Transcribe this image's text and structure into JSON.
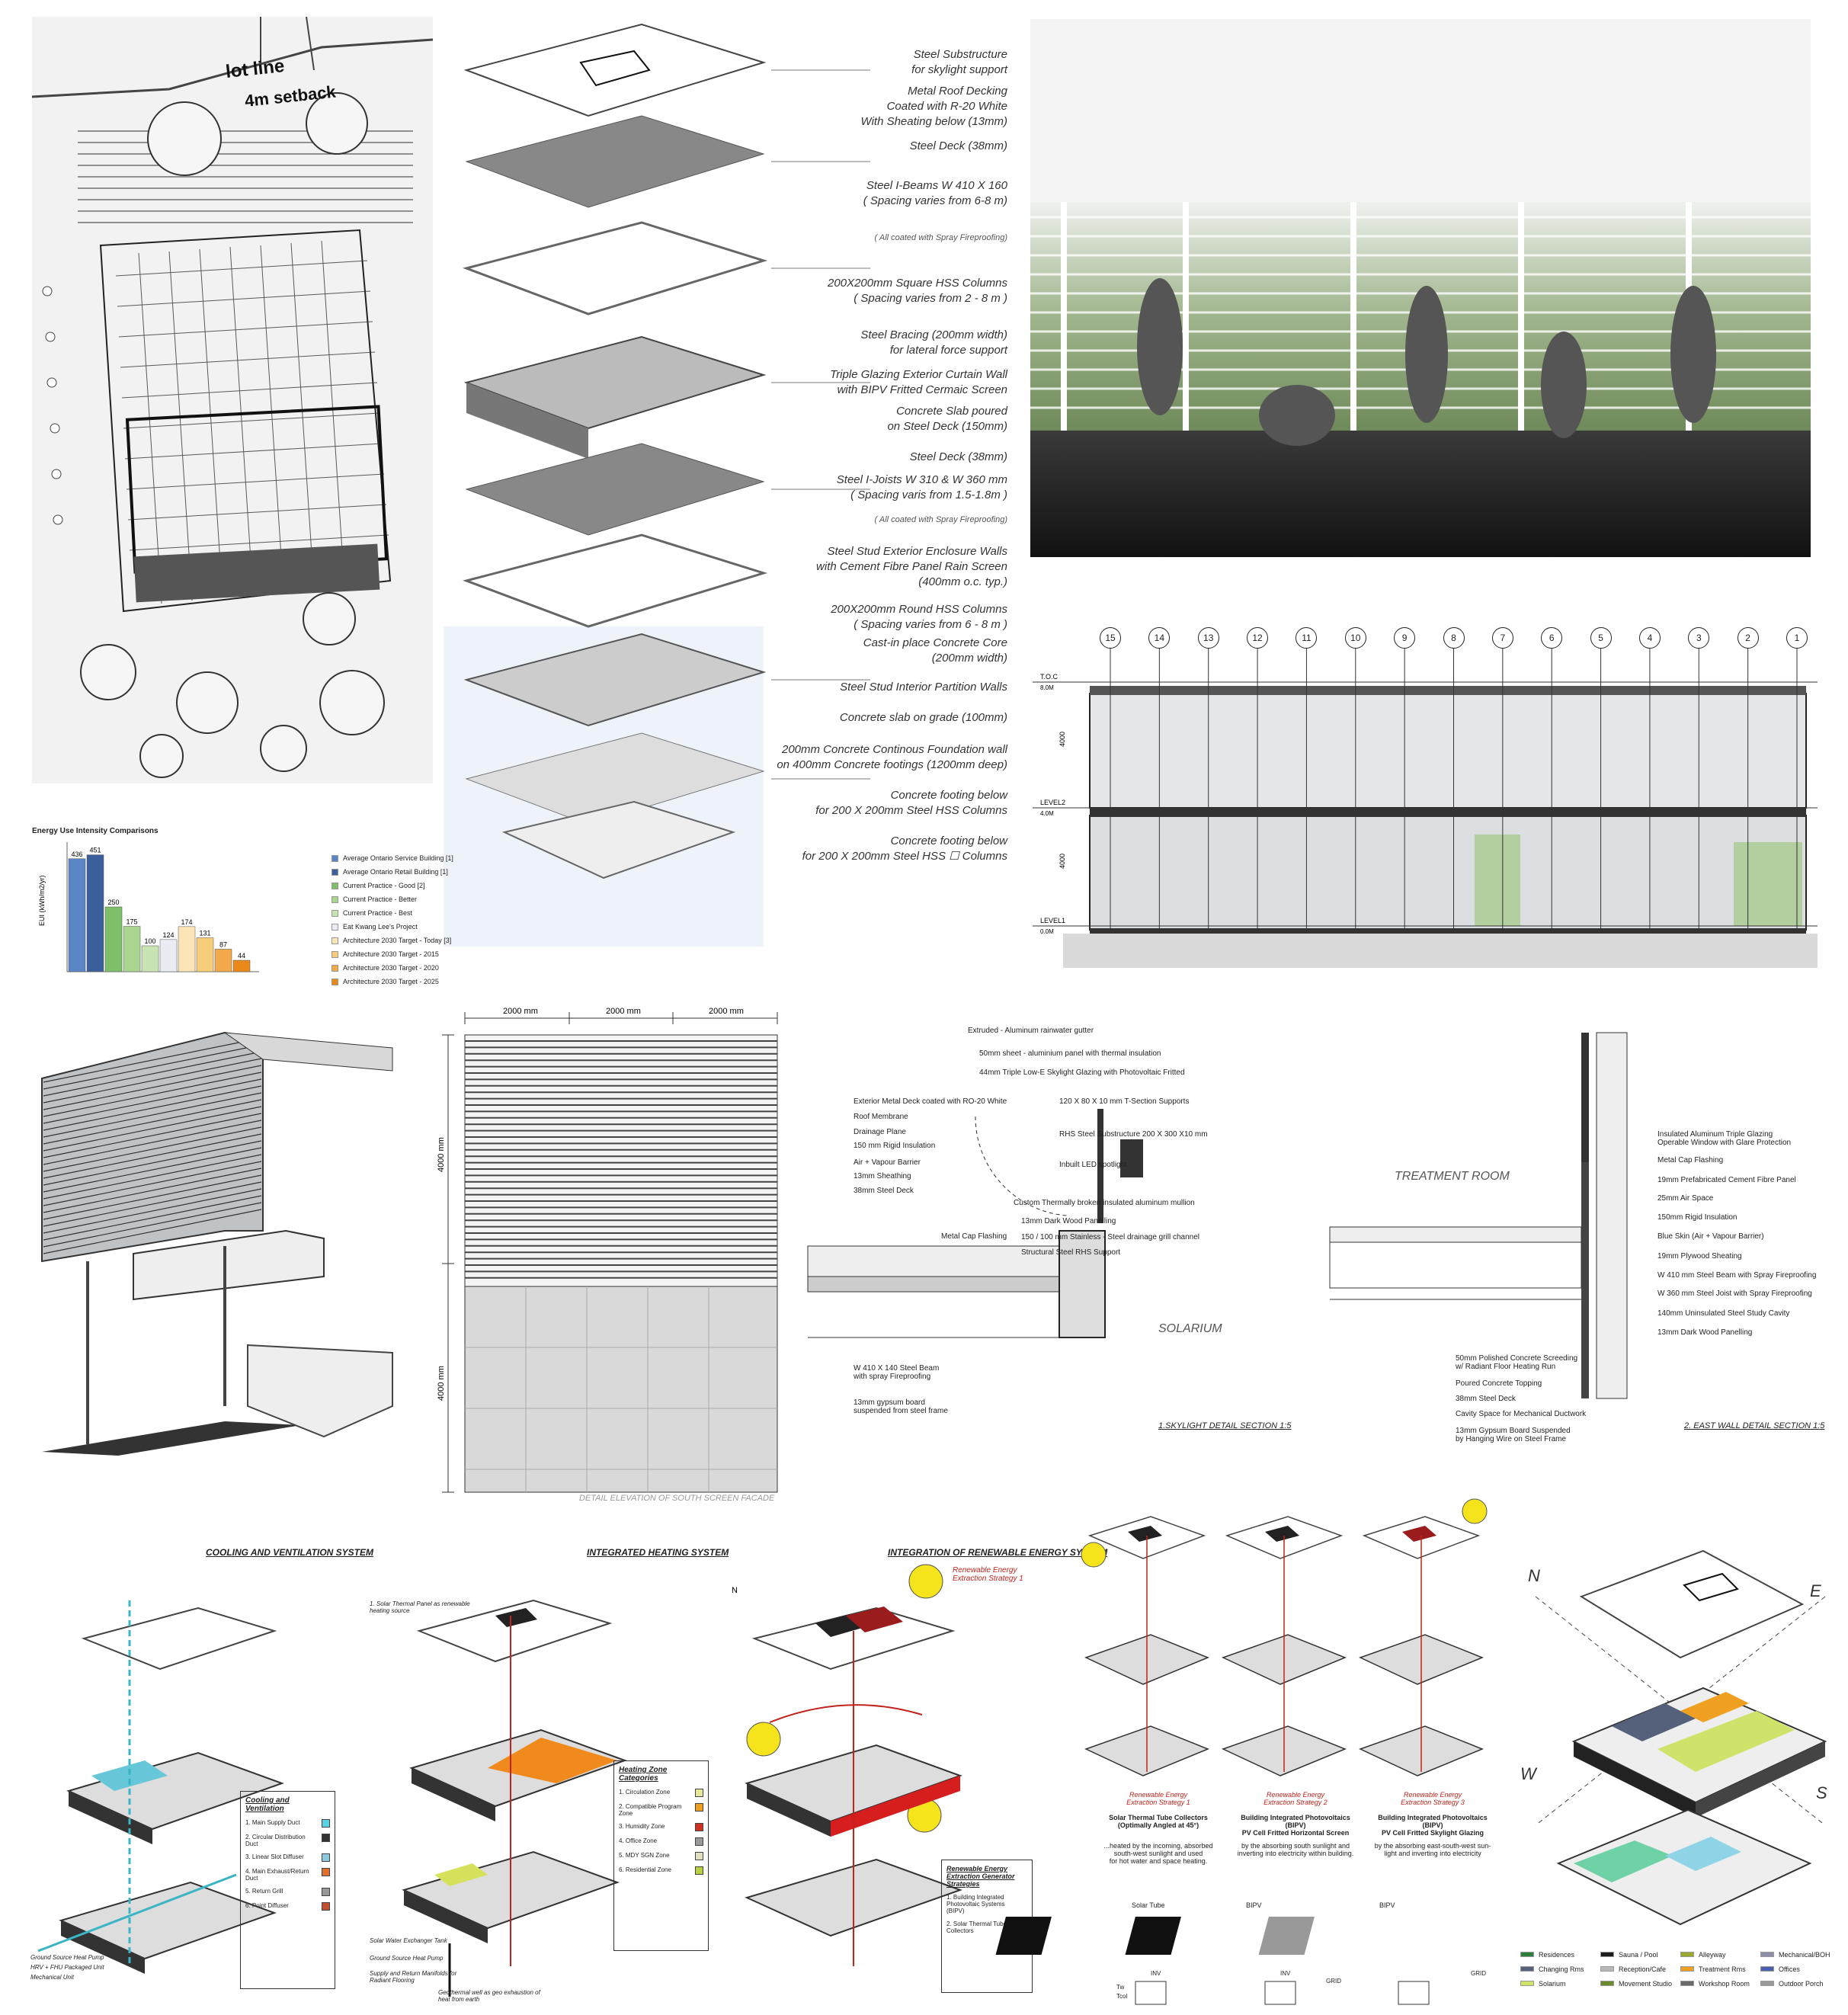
{
  "site_plan": {
    "labels": [
      "lot line",
      "4m setback"
    ]
  },
  "exploded_axo": {
    "labels": [
      {
        "text": "Steel Substructure\nfor skylight support"
      },
      {
        "text": "Metal Roof Decking\nCoated with R-20 White\nWith Sheating below (13mm)"
      },
      {
        "text": "Steel Deck (38mm)"
      },
      {
        "text": "Steel I-Beams W 410 X 160\n( Spacing varies from 6-8 m)"
      },
      {
        "text": "( All coated with Spray Fireproofing)",
        "note": true
      },
      {
        "text": "200X200mm Square HSS Columns\n( Spacing varies from 2 - 8 m )"
      },
      {
        "text": "Steel Bracing (200mm width)\nfor lateral force support"
      },
      {
        "text": "Triple Glazing Exterior Curtain Wall\nwith BIPV Fritted Cermaic Screen"
      },
      {
        "text": "Concrete Slab poured\non Steel Deck (150mm)"
      },
      {
        "text": "Steel Deck (38mm)"
      },
      {
        "text": "Steel I-Joists W 310 & W 360 mm\n( Spacing varis from 1.5-1.8m )"
      },
      {
        "text": "( All coated with Spray Fireproofing)",
        "note": true
      },
      {
        "text": "Steel Stud Exterior Enclosure Walls\nwith Cement Fibre Panel Rain Screen\n(400mm o.c. typ.)"
      },
      {
        "text": "200X200mm Round HSS Columns\n( Spacing varies from 6 - 8 m )"
      },
      {
        "text": "Cast-in place Concrete Core\n(200mm width)"
      },
      {
        "text": "Steel Stud Interior Partition Walls"
      },
      {
        "text": "Concrete slab on grade (100mm)"
      },
      {
        "text": "200mm Concrete Continous Foundation wall\non 400mm Concrete footings (1200mm deep)"
      },
      {
        "text": "Concrete footing below\nfor 200 X 200mm Steel HSS Columns"
      },
      {
        "text": "Concrete footing below\nfor 200 X 200mm Steel HSS ☐ Columns"
      }
    ]
  },
  "section": {
    "grid": [
      "15",
      "14",
      "13",
      "12",
      "11",
      "10",
      "9",
      "8",
      "7",
      "6",
      "5",
      "4",
      "3",
      "2",
      "1"
    ],
    "levels": [
      {
        "name": "T.O.C",
        "elev": "8.0M"
      },
      {
        "name": "LEVEL2",
        "elev": "4.0M"
      },
      {
        "name": "LEVEL1",
        "elev": "0.0M"
      }
    ],
    "dims": [
      "4000",
      "4000"
    ]
  },
  "chart_data": {
    "type": "bar",
    "title": "Energy Use Intensity Comparisons",
    "ylabel": "EUI (kWh/m2/yr)",
    "categories": [
      "Average Ontario Service Building [1]",
      "Average Ontario Retail Building [1]",
      "Current Practice - Good [2]",
      "Current Practice - Better",
      "Current Practice - Best",
      "Eat Kwang Lee's Project",
      "Architecture 2030 Target - Today [3]",
      "Architecture 2030 Target - 2015",
      "Architecture 2030 Target - 2020",
      "Architecture 2030 Target - 2025"
    ],
    "values": [
      436,
      451,
      250,
      175,
      100,
      124,
      174,
      131,
      87,
      44
    ],
    "labels": [
      "436",
      "451",
      "250",
      "175",
      "100",
      "124",
      "174",
      "131",
      "87",
      "44"
    ],
    "colors": [
      "#5b86c5",
      "#3b5f9a",
      "#7fbf6a",
      "#a9d58e",
      "#c9e4b3",
      "#e9edf3",
      "#fbe5b6",
      "#f7cd7a",
      "#f2a94a",
      "#e8891a"
    ],
    "ylim": [
      0,
      500
    ]
  },
  "facade": {
    "dims_top": [
      "2000 mm",
      "2000 mm",
      "2000 mm"
    ],
    "dims_side": [
      "4000 mm",
      "4000 mm"
    ],
    "caption": "DETAIL ELEVATION OF SOUTH SCREEN FACADE"
  },
  "skylight_detail": {
    "labels": [
      "Extruded - Aluminum rainwater gutter",
      "50mm sheet - aluminium panel with thermal insulation",
      "44mm Triple Low-E Skylight Glazing with Photovoltaic Fritted",
      "Exterior Metal Deck coated with RO-20 White",
      "Roof Membrane",
      "Drainage Plane",
      "150 mm Rigid Insulation",
      "Air + Vapour Barrier",
      "13mm Sheathing",
      "38mm Steel Deck",
      "120 X 80 X 10 mm T-Section Supports",
      "RHS Steel Substructure 200 X 300 X10 mm",
      "Inbuilt LED spotlight",
      "Custom Thermally broken insulated aluminum mullion",
      "Metal Cap Flashing",
      "13mm Dark Wood Panelling",
      "150 / 100 mm Stainless - Steel drainage grill channel",
      "Structural Steel RHS Support",
      "W 410 X 140 Steel Beam\nwith spray Fireproofing",
      "13mm gypsum board\nsuspended from steel frame"
    ],
    "room": "SOLARIUM",
    "caption": "1.SKYLIGHT DETAIL SECTION 1:5"
  },
  "wall_detail": {
    "labels": [
      "Insulated Aluminum Triple Glazing\nOperable Window with Glare Protection",
      "Metal Cap Flashing",
      "19mm Prefabricated Cement Fibre Panel",
      "25mm Air Space",
      "150mm Rigid Insulation",
      "Blue Skin (Air + Vapour Barrier)",
      "19mm Plywood Sheating",
      "W 410 mm Steel Beam with Spray Fireproofing",
      "W 360 mm Steel Joist with Spray Fireproofing",
      "140mm Uninsulated Steel Study Cavity",
      "13mm Dark Wood Panelling",
      "50mm Polished Concrete Screeding\nw/ Radiant Floor Heating Run",
      "Poured Concrete Topping",
      "38mm Steel Deck",
      "Cavity Space for Mechanical Ductwork",
      "13mm Gypsum Board Suspended\nby Hanging Wire on Steel Frame"
    ],
    "room": "TREATMENT ROOM",
    "caption": "2. EAST WALL DETAIL SECTION 1:5"
  },
  "systems": {
    "cooling": {
      "title": "COOLING AND VENTILATION SYSTEM",
      "box_title": "Cooling and Ventilation",
      "items": [
        "1. Main Supply Duct",
        "2. Circular Distribution Duct",
        "3. Linear Slot Diffuser",
        "4. Main Exhaust/Return Duct",
        "5. Return Grill",
        "6. Point Diffuser"
      ],
      "notes": [
        "Ground Source Heat Pump",
        "HRV + FHU Packaged Unit",
        "Mechanical Unit"
      ]
    },
    "heating": {
      "title": "INTEGRATED HEATING SYSTEM",
      "box_title": "Heating Zone Categories",
      "items": [
        "1. Circulation Zone",
        "2. Compatible Program Zone",
        "3. Humidity Zone",
        "4. Office Zone",
        "5. MDY SGN Zone",
        "6. Residential Zone"
      ],
      "notes": [
        "1. Solar Thermal Panel as renewable heating source",
        "Solar Water Exchanger Tank",
        "Ground Source Heat Pump",
        "Supply and Return Manifolds for Radiant Flooring",
        "Geothermal well as geo exhaustion of heat from earth"
      ]
    },
    "renewable": {
      "title": "INTEGRATION OF RENEWABLE ENERGY SYSTEM",
      "strategy": "Renewable Energy\nExtraction Strategy 1",
      "box_title": "Renewable Energy\nExtraction Generator Strategies",
      "items": [
        "1. Building Integrated Photovoltaic Systems (BIPV)",
        "2. Solar Thermal Tube Collectors"
      ]
    },
    "strategies": [
      {
        "head": "Renewable Energy\nExtraction Strategy 1",
        "title": "Solar Thermal Tube Collectors\n(Optimally Angled at 45°)",
        "desc": "...heated by the incoming, absorbed\nsouth-west sunlight and used\nfor hot water and space heating."
      },
      {
        "head": "Renewable Energy\nExtraction Strategy 2",
        "title": "Building Integrated Photovoltaics\n(BIPV)\nPV Cell Fritted Horizontal Screen",
        "desc": "by the absorbing south sunlight and\ninverting into electricity within building."
      },
      {
        "head": "Renewable Energy\nExtraction Strategy 3",
        "title": "Building Integrated Photovoltaics\n(BIPV)\nPV Cell Fritted Skylight Glazing",
        "desc": "by the absorbing east-south-west sun-\nlight and inverting into electricity"
      }
    ],
    "devices": [
      "Solar Tube",
      "BIPV",
      "BIPV"
    ],
    "device_labels": [
      "INV",
      "INV",
      "GRID",
      "GRID",
      "Tw",
      "Tcol"
    ]
  },
  "program_axo": {
    "compass": [
      "N",
      "E",
      "W",
      "S"
    ],
    "legend": [
      {
        "label": "Residences",
        "color": "#2f7d3a"
      },
      {
        "label": "Sauna / Pool",
        "color": "#1c1c1c"
      },
      {
        "label": "Alleyway",
        "color": "#9aa832"
      },
      {
        "label": "Mechanical/BOH",
        "color": "#8b8fa8"
      },
      {
        "label": "Changing Rms",
        "color": "#55607a"
      },
      {
        "label": "Reception/Cafe",
        "color": "#b8b8b8"
      },
      {
        "label": "Treatment Rms",
        "color": "#f0a020"
      },
      {
        "label": "Offices",
        "color": "#4a5fae"
      },
      {
        "label": "Solarium",
        "color": "#cfe26a"
      },
      {
        "label": "Movement Studio",
        "color": "#6a8a2a"
      },
      {
        "label": "Workshop Room",
        "color": "#6a6a6a"
      },
      {
        "label": "Outdoor Porch",
        "color": "#9a9a9a"
      }
    ]
  }
}
